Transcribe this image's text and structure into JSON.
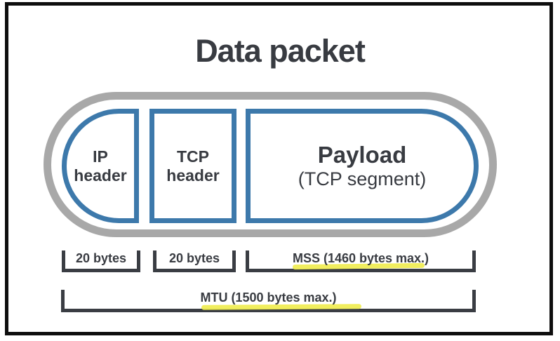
{
  "title": "Data packet",
  "segments": {
    "ip": {
      "line1": "IP",
      "line2": "header",
      "size": "20 bytes"
    },
    "tcp": {
      "line1": "TCP",
      "line2": "header",
      "size": "20 bytes"
    },
    "payload": {
      "line1": "Payload",
      "line2": "(TCP segment)",
      "size": "MSS (1460 bytes max.)"
    }
  },
  "mtu": {
    "label": "MTU (1500 bytes max.)"
  },
  "colors": {
    "segment_outline": "#3d79ab",
    "capsule_outline": "#a8a8a8",
    "text": "#383b41",
    "bracket": "#3a3d43",
    "highlight": "#f0ec4d",
    "frame": "#0e0e0e"
  }
}
